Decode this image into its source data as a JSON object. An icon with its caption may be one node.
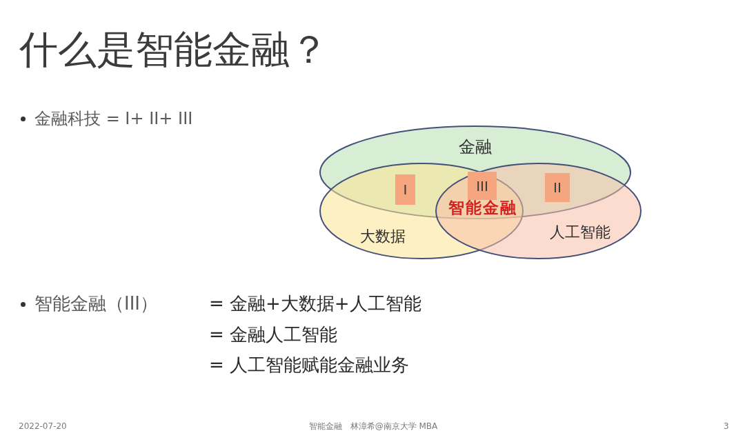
{
  "diagram": {
    "title": "什么是智能金融？",
    "nodes": [
      {
        "text": [
          "金融"
        ]
      },
      {
        "text": [
          "大数据"
        ]
      },
      {
        "text": [
          "人工智能"
        ]
      },
      {
        "text": [
          "I"
        ]
      },
      {
        "text": [
          "III"
        ]
      },
      {
        "text": [
          "II"
        ]
      }
    ],
    "edges": [],
    "labels": [
      "金融科技 = I+ II+ III",
      "智能金融",
      "智能金融（III）",
      "= 金融+大数据+人工智能",
      "= 金融人工智能",
      "= 人工智能赋能金融业务",
      "2022-07-20",
      "智能金融　林漳希@南京大学 MBA",
      "3"
    ]
  }
}
